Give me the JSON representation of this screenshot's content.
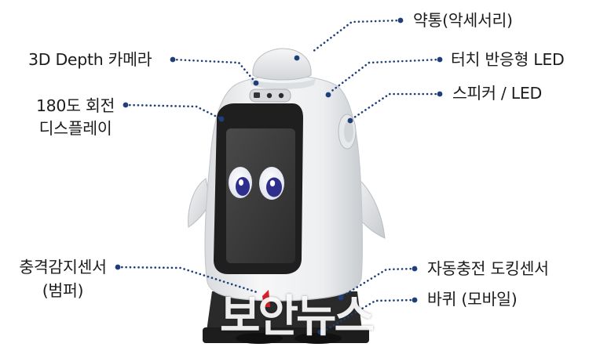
{
  "labels": {
    "medicine_box": "약통(악세서리)",
    "depth_camera": "3D Depth 카메라",
    "touch_led": "터치 반응형 LED",
    "speaker_led": "스피커 / LED",
    "display_line1": "180도 회전",
    "display_line2": "디스플레이",
    "bumper_line1": "충격감지센서",
    "bumper_line2": "(범퍼)",
    "docking_sensor": "자동충전 도킹센서",
    "wheel": "바퀴 (모바일)"
  },
  "watermark": "보안뉴스",
  "colors": {
    "leader_line": "#1f3f7a",
    "robot_body": "#f1f2f4",
    "screen": "#3a3a3a",
    "eye_iris": "#2e2f8c",
    "base": "#262626",
    "text": "#1c1c1c"
  }
}
